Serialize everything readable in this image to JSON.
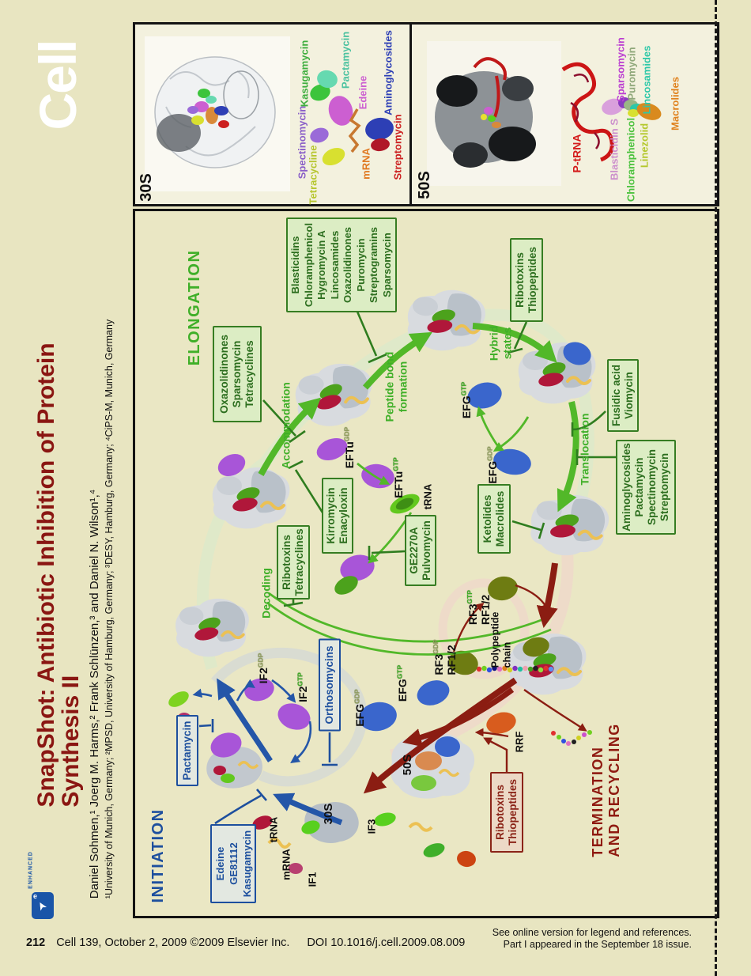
{
  "masthead": {
    "journal_logo": "Cell"
  },
  "title_block": {
    "enhanced_label": "ENHANCED",
    "enhanced_icon_glyph": "➤",
    "enhanced_icon_badge": "e",
    "title_line1": "SnapShot: Antibiotic Inhibition of Protein",
    "title_line2": "Synthesis II",
    "authors": "Daniel Sohmen,¹ Joerg M. Harms,² Frank Schlünzen,³ and Daniel N. Wilson¹,⁴",
    "affiliations": "¹University of Munich, Germany; ²MPSD, University of Hamburg, Germany; ³DESY, Hamburg, Germany; ⁴CiPS-M, Munich, Germany"
  },
  "footer": {
    "page_number": "212",
    "citation": "Cell 139, October 2, 2009 ©2009 Elsevier Inc.",
    "doi": "DOI 10.1016/j.cell.2009.08.009",
    "note_line1": "See online version for legend and references.",
    "note_line2": "Part I appeared in the September 18 issue."
  },
  "panel_30s": {
    "label": "30S",
    "annotations": [
      {
        "text": "Kasugamycin",
        "color": "#3fae3f"
      },
      {
        "text": "Pactamycin",
        "color": "#4cc2a0"
      },
      {
        "text": "Edeine",
        "color": "#cc5fd1"
      },
      {
        "text": "Aminoglycosides",
        "color": "#2d3fb5"
      },
      {
        "text": "Streptomycin",
        "color": "#cc2020"
      },
      {
        "text": "mRNA",
        "color": "#e07820"
      },
      {
        "text": "Tetracycline",
        "color": "#b6c62e"
      },
      {
        "text": "Spectinomycin",
        "color": "#8a5fc8"
      }
    ]
  },
  "panel_50s": {
    "label": "50S",
    "annotations": [
      {
        "text": "P-tRNA",
        "color": "#d41c1c"
      },
      {
        "text": "Sparsomycin",
        "color": "#bb3fd1"
      },
      {
        "text": "Puromycin",
        "color": "#8fa87a"
      },
      {
        "text": "Lincosamides",
        "color": "#2dc8a8"
      },
      {
        "text": "Macrolides",
        "color": "#e0821e"
      },
      {
        "text": "Blasticidin S",
        "color": "#cc8fcc"
      },
      {
        "text": "Chloramphenicol",
        "color": "#4cc23f"
      },
      {
        "text": "Linezolid",
        "color": "#b4c82d"
      }
    ]
  },
  "diagram": {
    "sections": {
      "initiation": "INITIATION",
      "elongation": "ELONGATION",
      "termination": [
        "TERMINATION",
        "AND RECYCLING"
      ]
    },
    "step_labels": {
      "decoding": "Decoding",
      "accommodation": "Accommodation",
      "peptide_bond": [
        "Peptide bond",
        "formation"
      ],
      "hybrid_states": [
        "Hybrid",
        "states"
      ],
      "translocation": "Translocation"
    },
    "inhibitor_boxes": {
      "elongation_psite": [
        "Blasticidins",
        "Chloramphenicol",
        "Hygromycin A",
        "Lincosamides",
        "Oxazolidinones",
        "Puromycin",
        "Streptogramins",
        "Sparsomycin"
      ],
      "accommodation": [
        "Oxazolidinones",
        "Sparsomycin",
        "Tetracyclines"
      ],
      "hybrid": [
        "Ribotoxins",
        "Thiopeptides"
      ],
      "translocation_1": [
        "Fusidic acid",
        "Viomycin"
      ],
      "translocation_2": [
        "Aminoglycosides",
        "Pactamycin",
        "Spectinomycin",
        "Streptomycin"
      ],
      "eftu_1": [
        "Kirromycin",
        "Enacyloxin"
      ],
      "eftu_2": [
        "GE2270A",
        "Pulvomycin"
      ],
      "decoding": [
        "Ribotoxins",
        "Tetracyclines"
      ],
      "exit_tunnel": [
        "Ketolides",
        "Macrolides"
      ],
      "initiation_1": [
        "Pactamycin"
      ],
      "initiation_2": [
        "Orthosomycins"
      ],
      "initiation_3": [
        "Edeine",
        "GE81112",
        "Kasugamycin"
      ],
      "termination": [
        "Ribotoxins",
        "Thiopeptides"
      ]
    },
    "factors": [
      {
        "name": "EFTu",
        "nucleotide": "GDP"
      },
      {
        "name": "EFTu",
        "nucleotide": "GTP"
      },
      {
        "name": "EFG",
        "nucleotide": "GTP"
      },
      {
        "name": "EFG",
        "nucleotide": "GDP"
      },
      {
        "name": "EFG",
        "nucleotide": "GDP"
      },
      {
        "name": "EFG",
        "nucleotide": "GTP"
      },
      {
        "name": "IF2",
        "nucleotide": "GDP"
      },
      {
        "name": "IF2",
        "nucleotide": "GTP"
      },
      {
        "name": "RF3",
        "nucleotide": "GTP"
      },
      {
        "name": "RF3",
        "nucleotide": "GDP"
      }
    ],
    "molecule_labels": {
      "trna_elongation": "tRNA",
      "trna_initiation": "tRNA",
      "mrna": "mRNA",
      "if1": "IF1",
      "if3": "IF3",
      "subunit_30s": "30S",
      "subunit_50s": "50S",
      "rrf": "RRF",
      "rf12_a": "RF1/2",
      "rf12_b": "RF1/2",
      "polypeptide": [
        "Polypeptide",
        "chain"
      ]
    }
  },
  "colors": {
    "accent_green": "#3faf28",
    "accent_blue": "#1d4f9e",
    "accent_dark_red": "#8b1d12",
    "title_red": "#8a1612",
    "gtp_badge": "#3faf28",
    "gdp_badge": "#93a05e"
  }
}
